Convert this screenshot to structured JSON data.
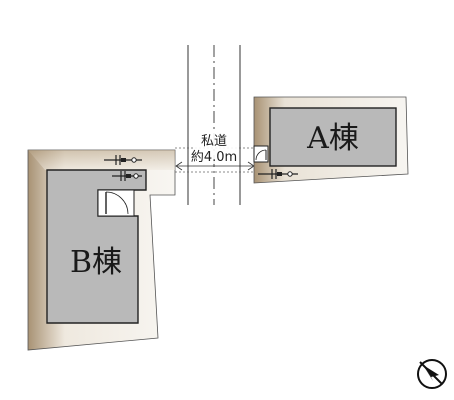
{
  "road": {
    "line1": "私道",
    "line2": "約4.0m"
  },
  "buildings": {
    "a_label": "A棟",
    "b_label": "B棟"
  },
  "icons": {
    "compass": "north-arrow-icon",
    "meter": "utility-meter-icon",
    "door": "door-swing-icon"
  },
  "colors": {
    "lot_fill": "#f7f4ef",
    "lot_edge": "#b7a284",
    "building": "#b9b9b9",
    "outline": "#222222"
  }
}
